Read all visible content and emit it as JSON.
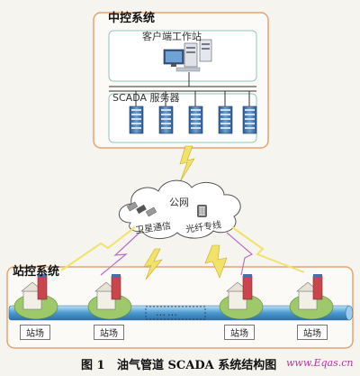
{
  "central": {
    "title": "中控系统",
    "workstation_label": "客户端工作站",
    "scada_label": "SCADA 服务器"
  },
  "network": {
    "public_label": "公网",
    "satellite_label": "卫星通信",
    "fiber_label": "光纤专线"
  },
  "station_system": {
    "title": "站控系统",
    "station_label": "站场",
    "ellipsis": "……"
  },
  "caption": {
    "fig_no": "图 1",
    "text": "油气管道 SCADA 系统结构图"
  },
  "watermark": "www.Eqas.cn",
  "colors": {
    "central_border": "#e8a274",
    "station_border": "#e8a274",
    "inner_border": "#93c7b8",
    "pipeline": "#4a9ad2",
    "lightning": "#f1e26a",
    "server_blue": "#3a6ea8",
    "building_red": "#c9464e"
  }
}
